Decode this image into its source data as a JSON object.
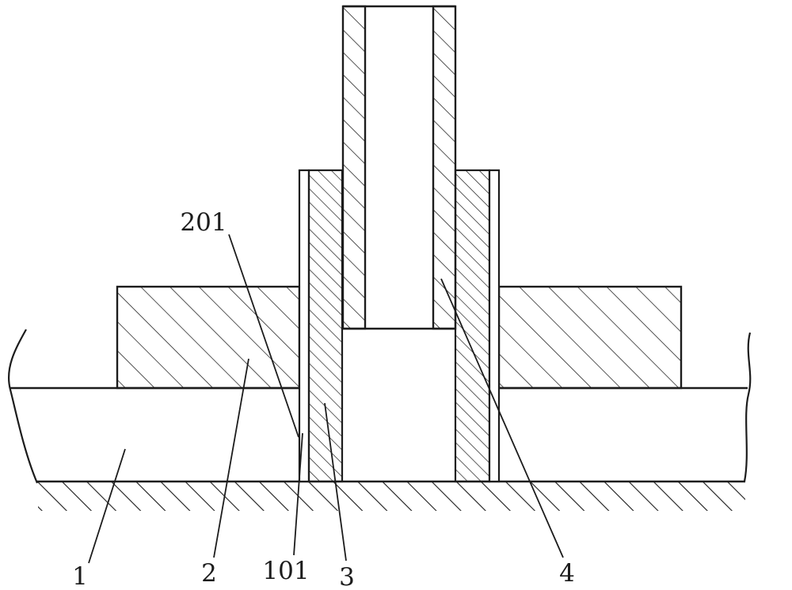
{
  "figure": {
    "description": "Patent-style cross-section engineering drawing: a base plate with two hatched mounting blocks, a vertical central tube passing through an outer sleeve, ground hatching below, and numbered leader-line labels",
    "background_color": "#ffffff",
    "line_color": "#1c1c1c",
    "labels": [
      {
        "id": "201",
        "text": "201"
      },
      {
        "id": "1",
        "text": "1"
      },
      {
        "id": "2",
        "text": "2"
      },
      {
        "id": "101",
        "text": "101"
      },
      {
        "id": "3",
        "text": "3"
      },
      {
        "id": "4",
        "text": "4"
      }
    ]
  }
}
